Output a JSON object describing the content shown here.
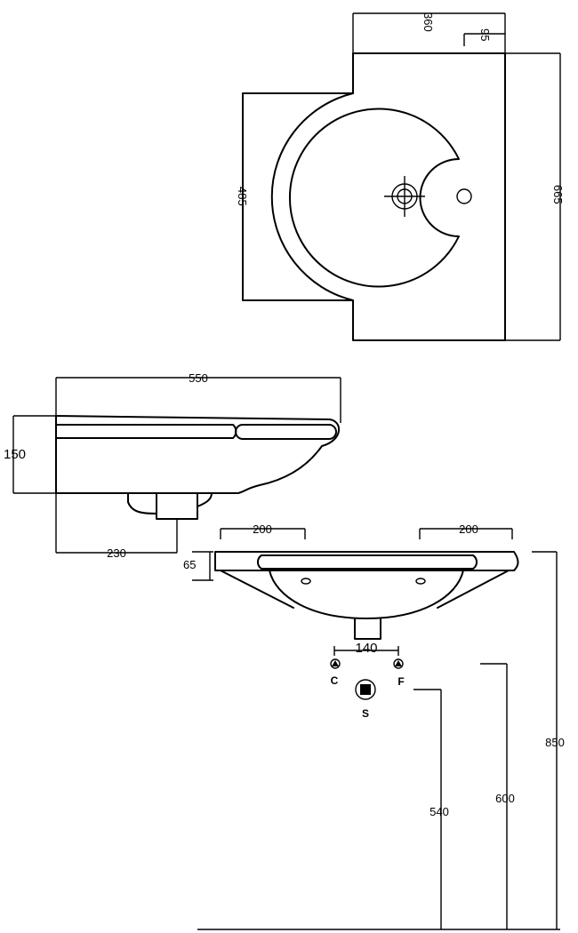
{
  "top_view": {
    "dim_width": "360",
    "dim_tap_offset": "95",
    "dim_inner_height": "485",
    "dim_outer_height": "665"
  },
  "side_view": {
    "dim_depth": "550",
    "dim_height": "150",
    "dim_waste_offset": "230"
  },
  "front_view": {
    "dim_left_fixing": "200",
    "dim_right_fixing": "200",
    "dim_rim": "65",
    "dim_supply_spacing": "140",
    "label_cold": "C",
    "label_hot": "F",
    "label_waste": "S",
    "dim_supply_height": "540",
    "dim_trap_height": "600",
    "dim_rim_height": "850"
  }
}
